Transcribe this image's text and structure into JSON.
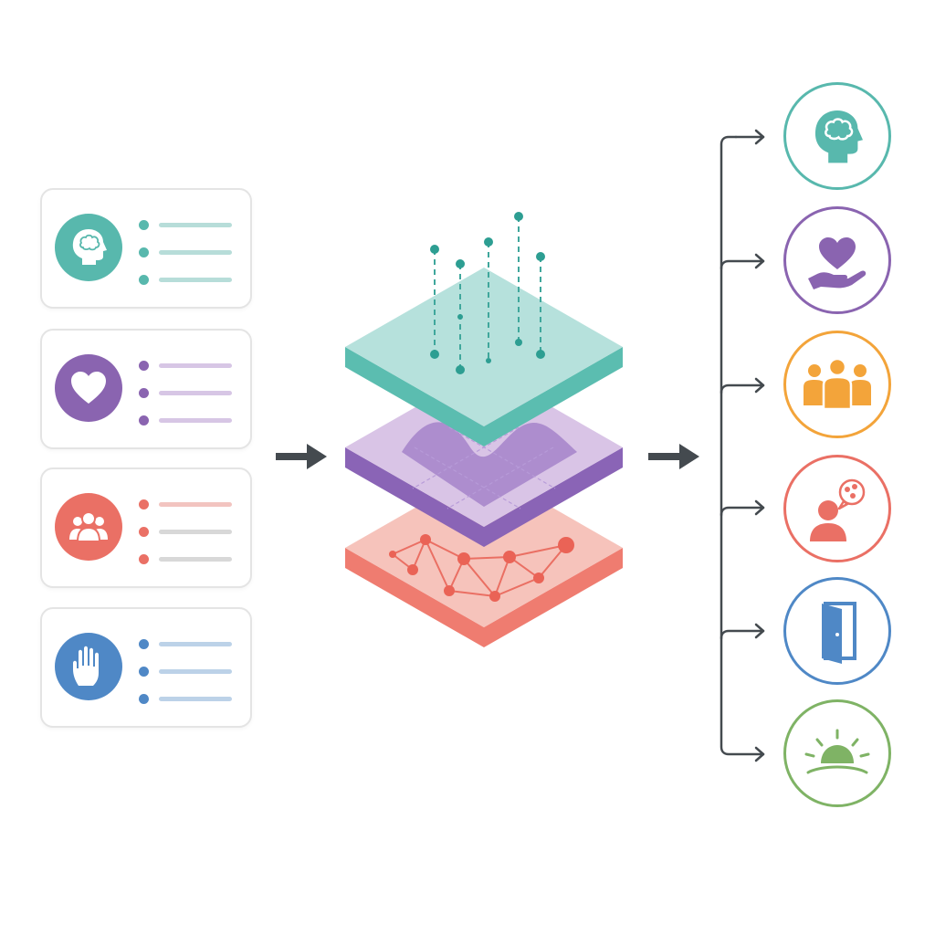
{
  "colors": {
    "teal": "#58b8ad",
    "purple": "#8a64b0",
    "coral": "#ea7065",
    "blue": "#4f88c6",
    "orange": "#f3a43a",
    "green": "#7fb365",
    "arrow": "#444a4f"
  },
  "inputs": [
    {
      "icon": "head-brain-icon",
      "color": "#58b8ad",
      "line_color": "#b7ddd9",
      "lines": 3
    },
    {
      "icon": "heart-icon",
      "color": "#8a64b0",
      "line_color": "#d7c6e5",
      "lines": 3
    },
    {
      "icon": "group-people-icon",
      "color": "#ea7065",
      "line_color": "#f2c4c0",
      "lines": 3
    },
    {
      "icon": "raised-hand-icon",
      "color": "#4f88c6",
      "line_color": "#bcd2e8",
      "lines": 3
    }
  ],
  "layers": [
    {
      "name": "top-layer",
      "pattern": "data-points",
      "color": "#58b8ad"
    },
    {
      "name": "middle-layer",
      "pattern": "wave-grid",
      "color": "#8a64b0"
    },
    {
      "name": "bottom-layer",
      "pattern": "network-graph",
      "color": "#ea7065"
    }
  ],
  "outcomes": [
    {
      "icon": "head-brain-icon",
      "color": "#58b8ad"
    },
    {
      "icon": "heart-in-hand-icon",
      "color": "#8a64b0"
    },
    {
      "icon": "group-people-icon",
      "color": "#f3a43a"
    },
    {
      "icon": "person-speech-icon",
      "color": "#ea7065"
    },
    {
      "icon": "open-door-icon",
      "color": "#4f88c6"
    },
    {
      "icon": "sunrise-icon",
      "color": "#7fb365"
    }
  ]
}
